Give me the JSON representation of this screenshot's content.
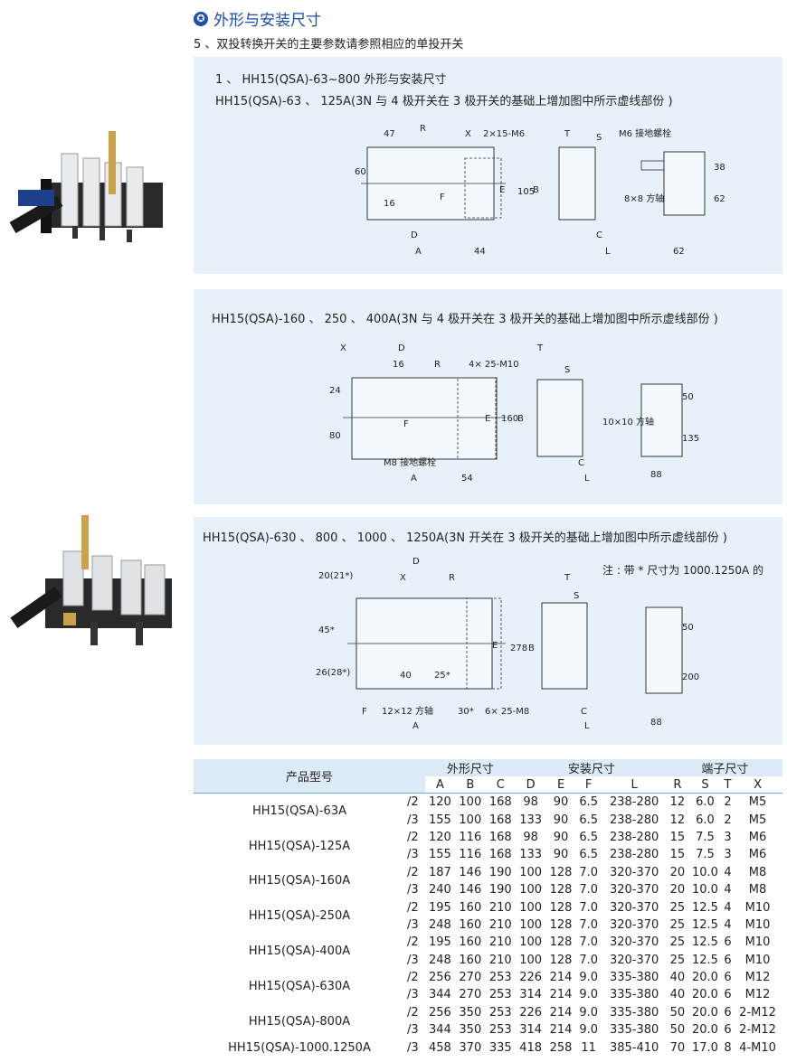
{
  "header": {
    "title": "外形与安装尺寸",
    "star_icon": "star-circle-icon",
    "note": "5 、双投转换开关的主要参数请参照相应的单投开关"
  },
  "colors": {
    "accent": "#1f4ea8",
    "panel_bg": "#e6f1fa",
    "table_header_bg": "#dcebf7"
  },
  "section1": {
    "line1": "1 、  HH15(QSA)-63~800 外形与安装尺寸",
    "line2": "HH15(QSA)-63 、  125A(3N 与 4 极开关在 3 极开关的基础上增加图中所示虚线部份 )",
    "dims": {
      "d47": "47",
      "R": "R",
      "X": "X",
      "bolt": "2×15-M6",
      "T": "T",
      "S": "S",
      "ground": "M6 接地螺栓",
      "d60": "60",
      "d16": "16",
      "F": "F",
      "E": "E",
      "d105": "105",
      "B": "B",
      "shaft": "8×8 方轴",
      "d38": "38",
      "d62": "62",
      "D": "D",
      "A": "A",
      "d44": "44",
      "C": "C",
      "L": "L",
      "d62b": "62"
    }
  },
  "section2": {
    "line1": "HH15(QSA)-160 、  250 、  400A(3N 与 4 极开关在 3 极开关的基础上增加图中所示虚线部份 )",
    "dims": {
      "X": "X",
      "D": "D",
      "d16": "16",
      "R": "R",
      "bolt": "4× 25-M10",
      "T": "T",
      "S": "S",
      "d24": "24",
      "E": "E",
      "d160": "160",
      "B": "B",
      "shaft": "10×10 方轴",
      "d50": "50",
      "d80": "80",
      "F": "F",
      "d135": "135",
      "ground": "M8 接地螺栓",
      "A": "A",
      "d54": "54",
      "C": "C",
      "L": "L",
      "d88": "88"
    }
  },
  "section3": {
    "line1": "HH15(QSA)-630 、  800 、  1000 、  1250A(3N 开关在 3 极开关的基础上增加图中所示虚线部份 )",
    "note": "注 : 带 * 尺寸为 1000.1250A 的",
    "dims": {
      "d20": "20(21*)",
      "D": "D",
      "X": "X",
      "R": "R",
      "T": "T",
      "S": "S",
      "d45": "45*",
      "E": "E",
      "d278": "278",
      "B": "B",
      "d50": "50",
      "d26": "26(28*)",
      "d40": "40",
      "d25": "25*",
      "d200": "200",
      "F": "F",
      "shaft": "12×12 方轴",
      "d30": "30*",
      "bolt": "6× 25-M8",
      "A": "A",
      "C": "C",
      "L": "L",
      "d88": "88"
    }
  },
  "table": {
    "model_header": "产品型号",
    "groups": [
      "外形尺寸",
      "安装尺寸",
      "端子尺寸"
    ],
    "columns": [
      "A",
      "B",
      "C",
      "D",
      "E",
      "F",
      "L",
      "R",
      "S",
      "T",
      "X"
    ],
    "rows": [
      {
        "model": "HH15(QSA)-63A",
        "pole": "/2",
        "v": [
          "120",
          "100",
          "168",
          "98",
          "90",
          "6.5",
          "238-280",
          "12",
          "6.0",
          "2",
          "M5"
        ]
      },
      {
        "model": "",
        "pole": "/3",
        "v": [
          "155",
          "100",
          "168",
          "133",
          "90",
          "6.5",
          "238-280",
          "12",
          "6.0",
          "2",
          "M5"
        ]
      },
      {
        "model": "HH15(QSA)-125A",
        "pole": "/2",
        "v": [
          "120",
          "116",
          "168",
          "98",
          "90",
          "6.5",
          "238-280",
          "15",
          "7.5",
          "3",
          "M6"
        ]
      },
      {
        "model": "",
        "pole": "/3",
        "v": [
          "155",
          "116",
          "168",
          "133",
          "90",
          "6.5",
          "238-280",
          "15",
          "7.5",
          "3",
          "M6"
        ]
      },
      {
        "model": "HH15(QSA)-160A",
        "pole": "/2",
        "v": [
          "187",
          "146",
          "190",
          "100",
          "128",
          "7.0",
          "320-370",
          "20",
          "10.0",
          "4",
          "M8"
        ]
      },
      {
        "model": "",
        "pole": "/3",
        "v": [
          "240",
          "146",
          "190",
          "100",
          "128",
          "7.0",
          "320-370",
          "20",
          "10.0",
          "4",
          "M8"
        ]
      },
      {
        "model": "HH15(QSA)-250A",
        "pole": "/2",
        "v": [
          "195",
          "160",
          "210",
          "100",
          "128",
          "7.0",
          "320-370",
          "25",
          "12.5",
          "4",
          "M10"
        ]
      },
      {
        "model": "",
        "pole": "/3",
        "v": [
          "248",
          "160",
          "210",
          "100",
          "128",
          "7.0",
          "320-370",
          "25",
          "12.5",
          "4",
          "M10"
        ]
      },
      {
        "model": "HH15(QSA)-400A",
        "pole": "/2",
        "v": [
          "195",
          "160",
          "210",
          "100",
          "128",
          "7.0",
          "320-370",
          "25",
          "12.5",
          "6",
          "M10"
        ]
      },
      {
        "model": "",
        "pole": "/3",
        "v": [
          "248",
          "160",
          "210",
          "100",
          "128",
          "7.0",
          "320-370",
          "25",
          "12.5",
          "6",
          "M10"
        ]
      },
      {
        "model": "HH15(QSA)-630A",
        "pole": "/2",
        "v": [
          "256",
          "270",
          "253",
          "226",
          "214",
          "9.0",
          "335-380",
          "40",
          "20.0",
          "6",
          "M12"
        ]
      },
      {
        "model": "",
        "pole": "/3",
        "v": [
          "344",
          "270",
          "253",
          "314",
          "214",
          "9.0",
          "335-380",
          "40",
          "20.0",
          "6",
          "M12"
        ]
      },
      {
        "model": "HH15(QSA)-800A",
        "pole": "/2",
        "v": [
          "256",
          "350",
          "253",
          "226",
          "214",
          "9.0",
          "335-380",
          "50",
          "20.0",
          "6",
          "2-M12"
        ]
      },
      {
        "model": "",
        "pole": "/3",
        "v": [
          "344",
          "350",
          "253",
          "314",
          "214",
          "9.0",
          "335-380",
          "50",
          "20.0",
          "6",
          "2-M12"
        ]
      },
      {
        "model": "HH15(QSA)-1000.1250A",
        "pole": "/3",
        "v": [
          "458",
          "370",
          "335",
          "418",
          "258",
          "11",
          "385-410",
          "70",
          "17.0",
          "8",
          "4-M10"
        ]
      }
    ]
  }
}
